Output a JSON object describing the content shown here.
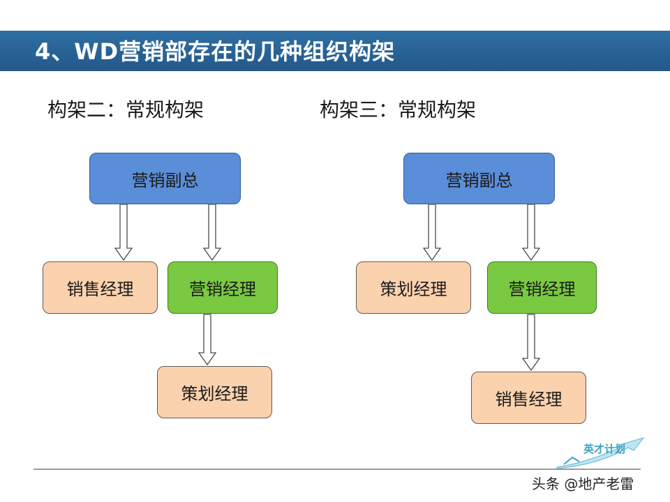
{
  "header": {
    "title": "4、WD营销部存在的几种组织构架"
  },
  "colors": {
    "header_bg": "#2a6496",
    "box_blue": "#5b8ed8",
    "box_peach": "#fbd2ae",
    "box_green": "#7ac943"
  },
  "diagrams": [
    {
      "subtitle": "构架二：常规构架",
      "nodes": {
        "root": "营销副总",
        "left": "销售经理",
        "right": "营销经理",
        "child": "策划经理"
      }
    },
    {
      "subtitle": "构架三：常规构架",
      "nodes": {
        "root": "营销副总",
        "left": "策划经理",
        "right": "营销经理",
        "child": "销售经理"
      }
    }
  ],
  "logo": {
    "text": "英才计划"
  },
  "watermark": {
    "text": "头条 @地产老雷"
  }
}
